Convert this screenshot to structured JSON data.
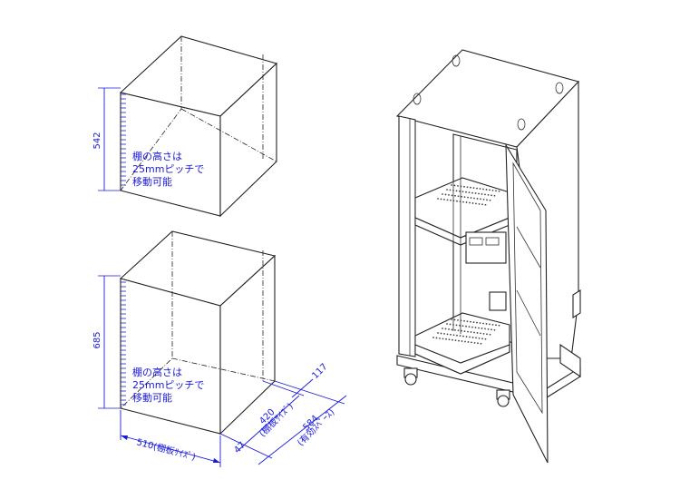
{
  "colors": {
    "dimension": "#1a1adc",
    "outline": "#222222"
  },
  "upper_box": {
    "height_label": "542",
    "note_lines": [
      "棚の高さは",
      "25mmピッチで",
      "移動可能"
    ]
  },
  "lower_box": {
    "height_label": "685",
    "note_lines": [
      "棚の高さは",
      "25mmピッチで",
      "移動可能"
    ],
    "width_label": "510(棚板ｻｲｽﾞ)",
    "offset_label": "47",
    "shelf_depth_label": "420",
    "shelf_depth_sub": "(棚板ｻｲｽﾞ)",
    "rear_label": "117",
    "effective_depth_label": "584",
    "effective_depth_sub": "(有効ｽﾍﾟｰｽ)"
  },
  "cabinet": {
    "description_icon": "rack-cabinet-illustration"
  }
}
